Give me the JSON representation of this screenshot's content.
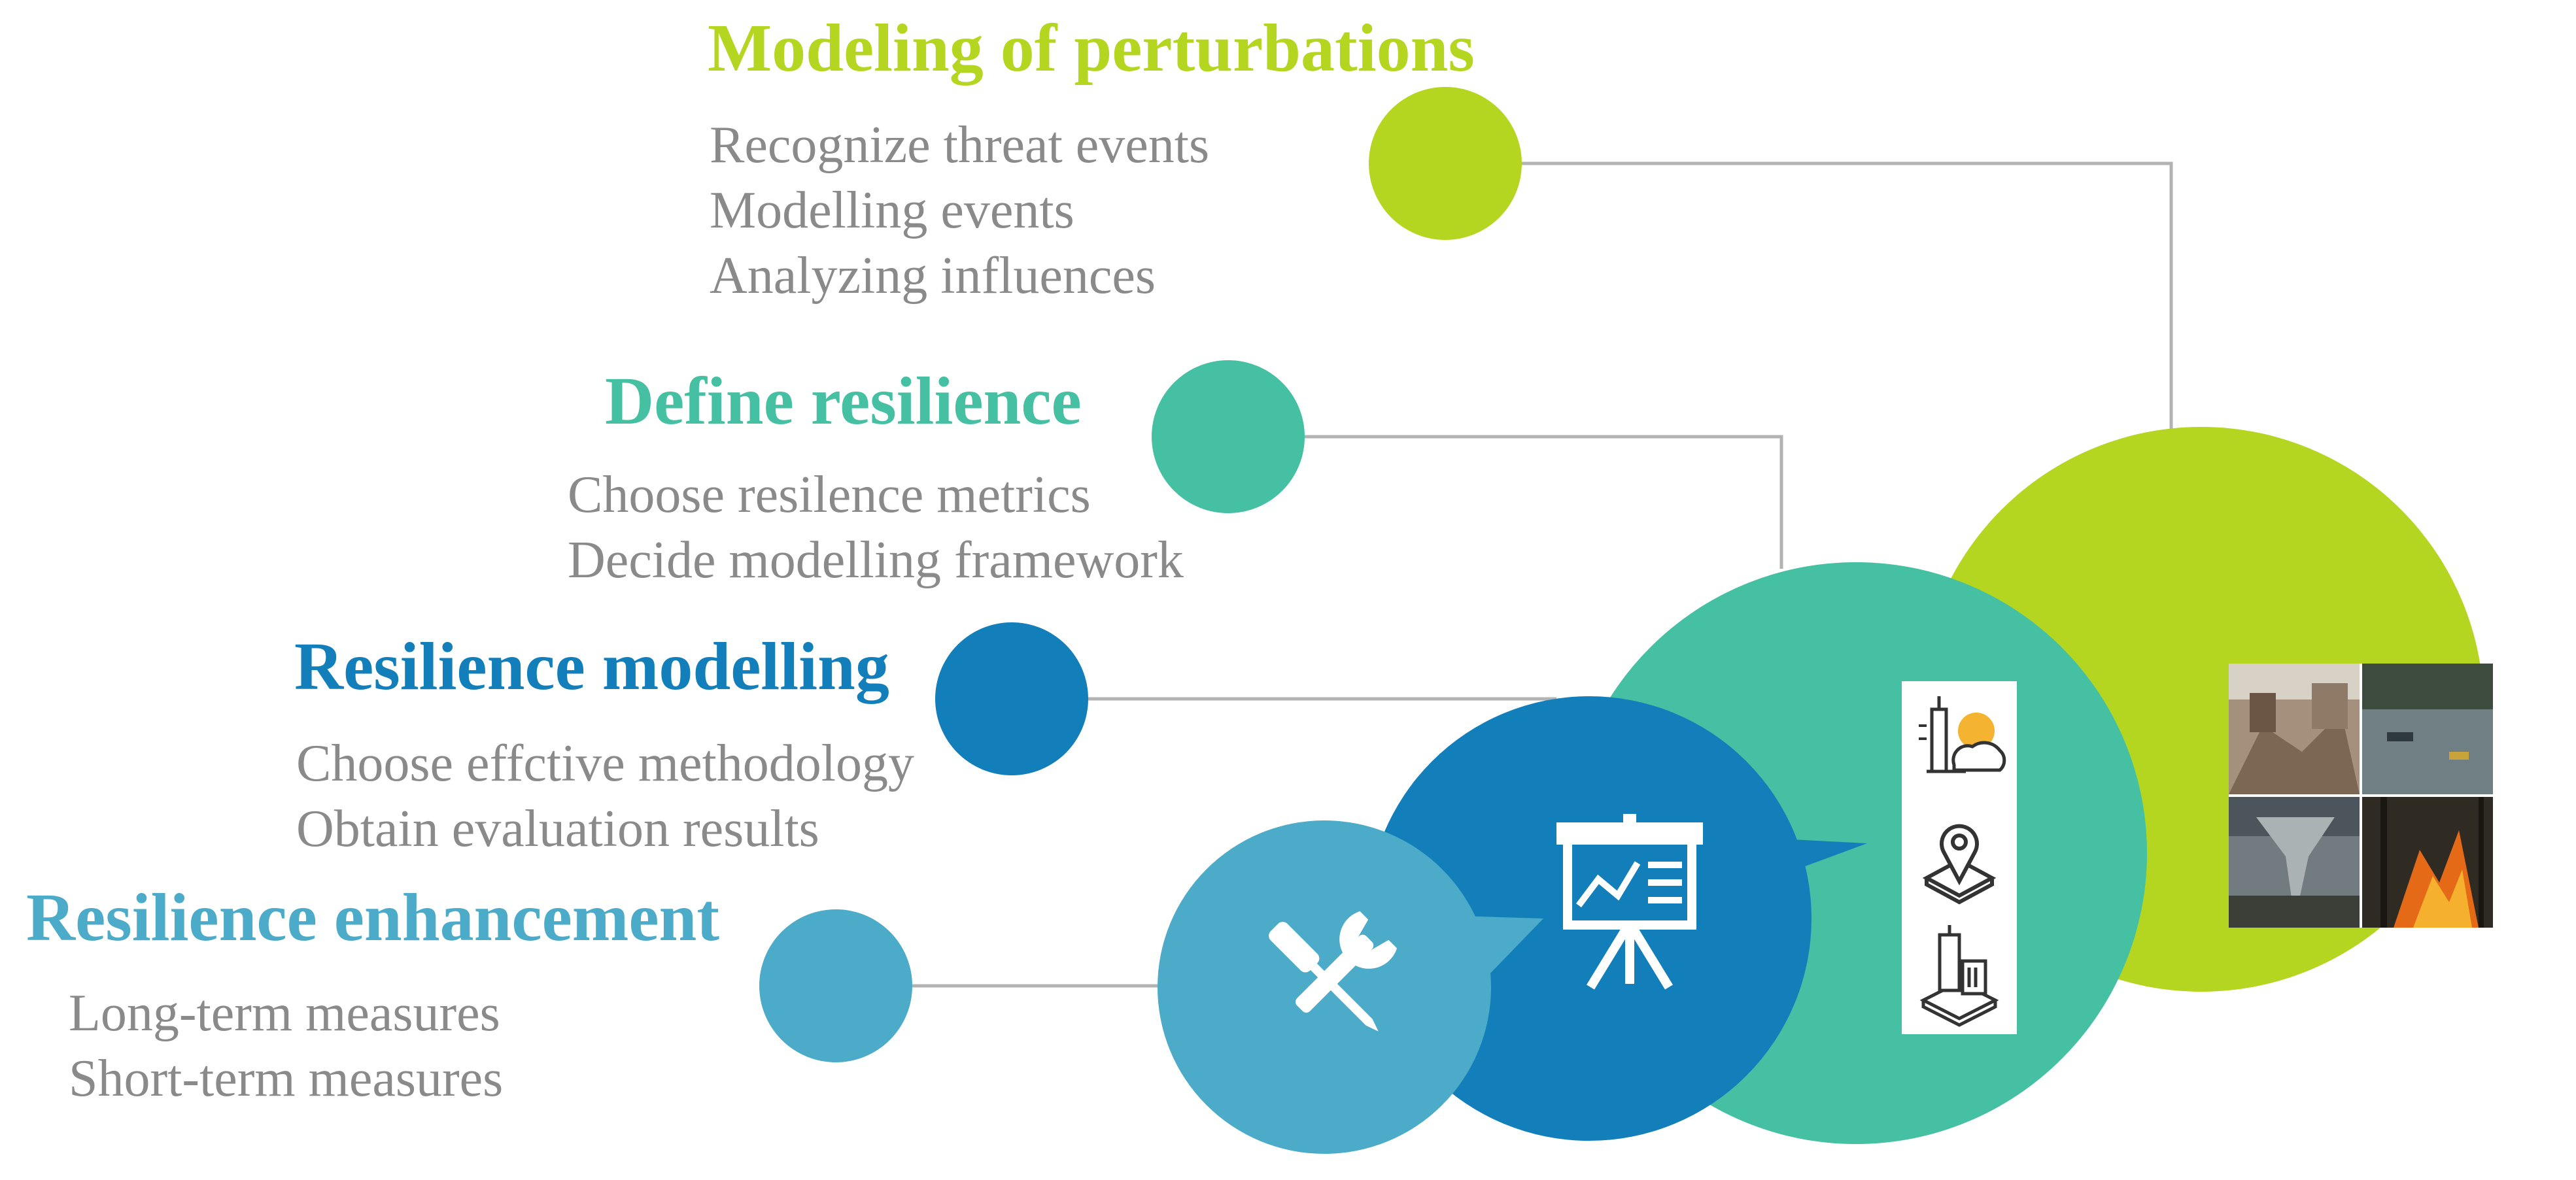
{
  "colors": {
    "lime": "#b5d620",
    "teal": "#45c0a3",
    "blue": "#127fba",
    "lightblue": "#4cabc8",
    "connector": "#b3b3b3",
    "text": "#8a8a8a"
  },
  "sections": [
    {
      "title": "Modeling of perturbations",
      "items": [
        "Recognize threat events",
        "Modelling events",
        "Analyzing influences"
      ]
    },
    {
      "title": "Define resilience",
      "items": [
        "Choose resilence metrics",
        "Decide modelling framework"
      ]
    },
    {
      "title": "Resilience modelling",
      "items": [
        "Choose effctive methodology",
        "Obtain evaluation results"
      ]
    },
    {
      "title": "Resilience enhancement",
      "items": [
        "Long-term measures",
        "Short-term measures"
      ]
    }
  ],
  "icons": {
    "tools": "wrench-screwdriver-icon",
    "presentation": "presentation-board-icon",
    "weather": "weather-tower-icon",
    "location": "location-pin-icon",
    "infrastructure": "building-infrastructure-icon",
    "disasters": [
      "earthquake-rubble-icon",
      "flood-icon",
      "tornado-icon",
      "wildfire-icon"
    ]
  }
}
